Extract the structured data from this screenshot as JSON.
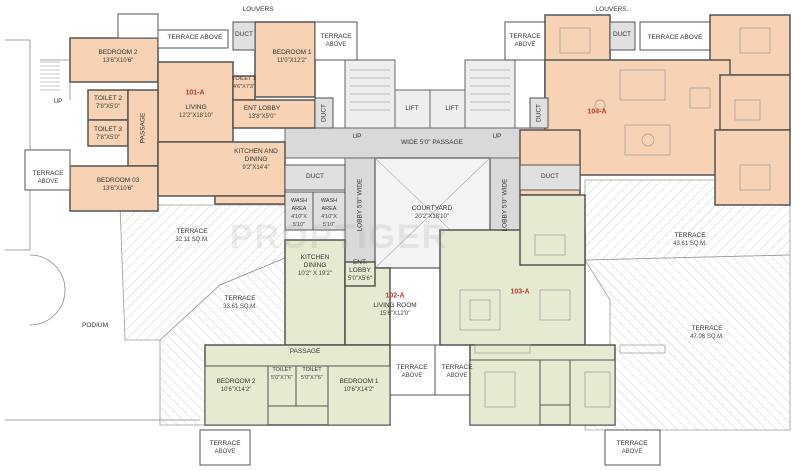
{
  "colors": {
    "flat_a": "#f7d2b4",
    "flat_b": "#e4ebd1",
    "wall": "#5a5a5a",
    "circulation": "#d9d9d9",
    "terrace": "#f3f3ec",
    "hatch": "#9fbf8f"
  },
  "watermark": "PROPTIGER",
  "units": {
    "u101": "101-A",
    "u102": "102-A",
    "u103": "103-A",
    "u104": "104-A"
  },
  "rooms": {
    "bed2_101": {
      "name": "BEDROOM 2",
      "size": "13'6\"X10'6\""
    },
    "bed1_101": {
      "name": "BEDROOM 1",
      "size": "11'0\"X12'2\""
    },
    "toilet1": {
      "name": "TOILET 1",
      "size": "4'6\"X7'3\""
    },
    "living_101": {
      "name": "LIVING",
      "size": "12'2\"X18'10\""
    },
    "entlobby_101": {
      "name": "ENT LOBBY",
      "size": "13'8\"X5'0\""
    },
    "toilet2": {
      "name": "TOILET 2",
      "size": "7'8\"X5'0\""
    },
    "toilet3": {
      "name": "TOILET 3",
      "size": "7'8\"X5'0\""
    },
    "bed3_101": {
      "name": "BEDROOM 03",
      "size": "13'6\"X10'6\""
    },
    "kitchen_101": {
      "name": "KITCHEN AND DINING",
      "size": "9'2\"X14'4\""
    },
    "wash1": {
      "name": "WASH AREA",
      "size": "4'10\"X 5'10\""
    },
    "wash2": {
      "name": "WASH AREA",
      "size": "4'10\"X 5'10\""
    },
    "courtyard": {
      "name": "COURTYARD",
      "size": "20'2\"X18'10\""
    },
    "kitchen_102": {
      "name": "KITCHEN DINING",
      "size": "10'2\" X 19'2\""
    },
    "entlobby_102": {
      "name": "ENT. LOBBY",
      "size": "5'0\"X5'6\""
    },
    "living_102": {
      "name": "LIVING ROOM",
      "size": "15'6\"X12'0\""
    },
    "bed2_102": {
      "name": "BEDROOM 2",
      "size": "10'6\"X14'2\""
    },
    "bed1_102": {
      "name": "BEDROOM 1",
      "size": "10'6\"X14'2\""
    },
    "toilet_a": {
      "name": "TOILET",
      "size": "5'0\"X7'6\""
    },
    "toilet_b": {
      "name": "TOILET",
      "size": "5'0\"X7'6\""
    }
  },
  "terraces": {
    "t1": {
      "name": "TERRACE",
      "size": "32.11 SQ.M."
    },
    "t2": {
      "name": "TERRACE",
      "size": "33.61 SQ.M."
    },
    "t3": {
      "name": "TERRACE",
      "size": "43.61 SQ.M."
    },
    "t4": {
      "name": "TERRACE",
      "size": "47.06 SQ.M."
    }
  },
  "labels": {
    "terrace_above": "TERRACE ABOVE",
    "terrace": "TERRACE",
    "above": "ABOVE",
    "duct": "DUCT",
    "louvers": "LOUVERS",
    "louvers_dots": "LOUVERS.",
    "lift": "LIFT",
    "up": "UP",
    "passage": "PASSAGE",
    "wide_passage": "WIDE 5'0\" PASSAGE",
    "lobby_wide": "LOBBY 5'0\" WIDE",
    "podium": "PODIUM"
  }
}
